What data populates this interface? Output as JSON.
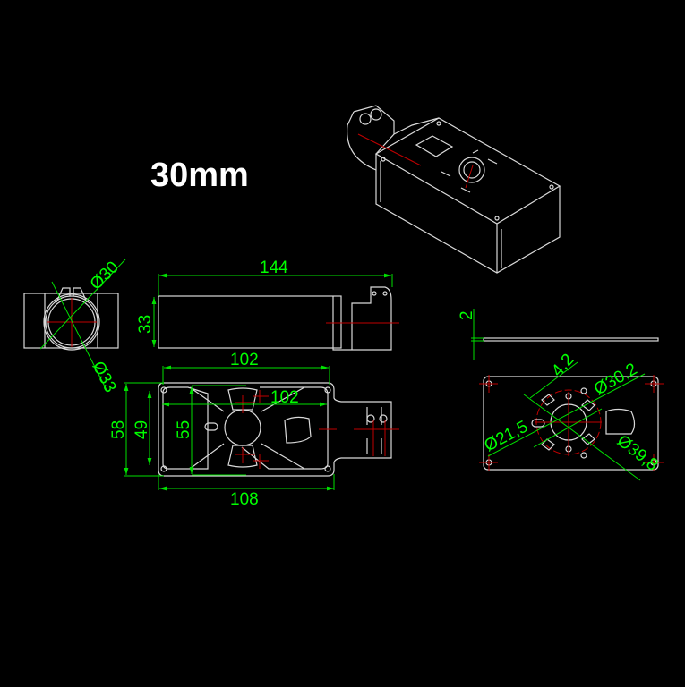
{
  "title": "30mm",
  "colors": {
    "background": "#000000",
    "outline": "#d9d9d9",
    "centerline": "#c00000",
    "dimension": "#00ff00"
  },
  "end_view": {
    "dia_inner": "Ø30",
    "dia_outer": "Ø33"
  },
  "side_view": {
    "length": "144",
    "height": "33"
  },
  "top_view": {
    "width_top": "102",
    "width_inner": "102",
    "width_bottom": "108",
    "height_outer": "58",
    "height_hole": "49",
    "height_inner": "55"
  },
  "plate_view": {
    "thickness": "2",
    "slot_width": "4,2",
    "dia_a": "Ø30,2",
    "dia_b": "Ø21,5",
    "dia_c": "Ø39,8"
  }
}
